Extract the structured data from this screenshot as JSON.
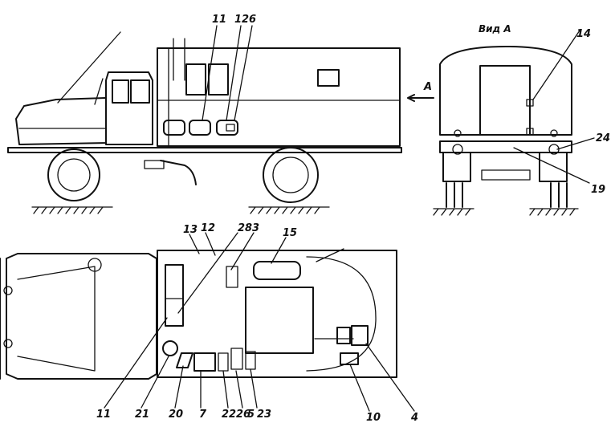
{
  "view_title": "Вид А",
  "arrow_label": "A",
  "labels": {
    "l11_top": "11",
    "l12_top": "12",
    "l6_top": "6",
    "l14": "14",
    "l24": "24",
    "l19": "19",
    "l13": "13",
    "l12_plan": "12",
    "l28": "28",
    "l3": "3",
    "l15": "15",
    "l11_plan": "11",
    "l21": "21",
    "l20": "20",
    "l7": "7",
    "l22": "22",
    "l26": "26",
    "l5": "5",
    "l23": "23",
    "l10": "10",
    "l4": "4"
  }
}
